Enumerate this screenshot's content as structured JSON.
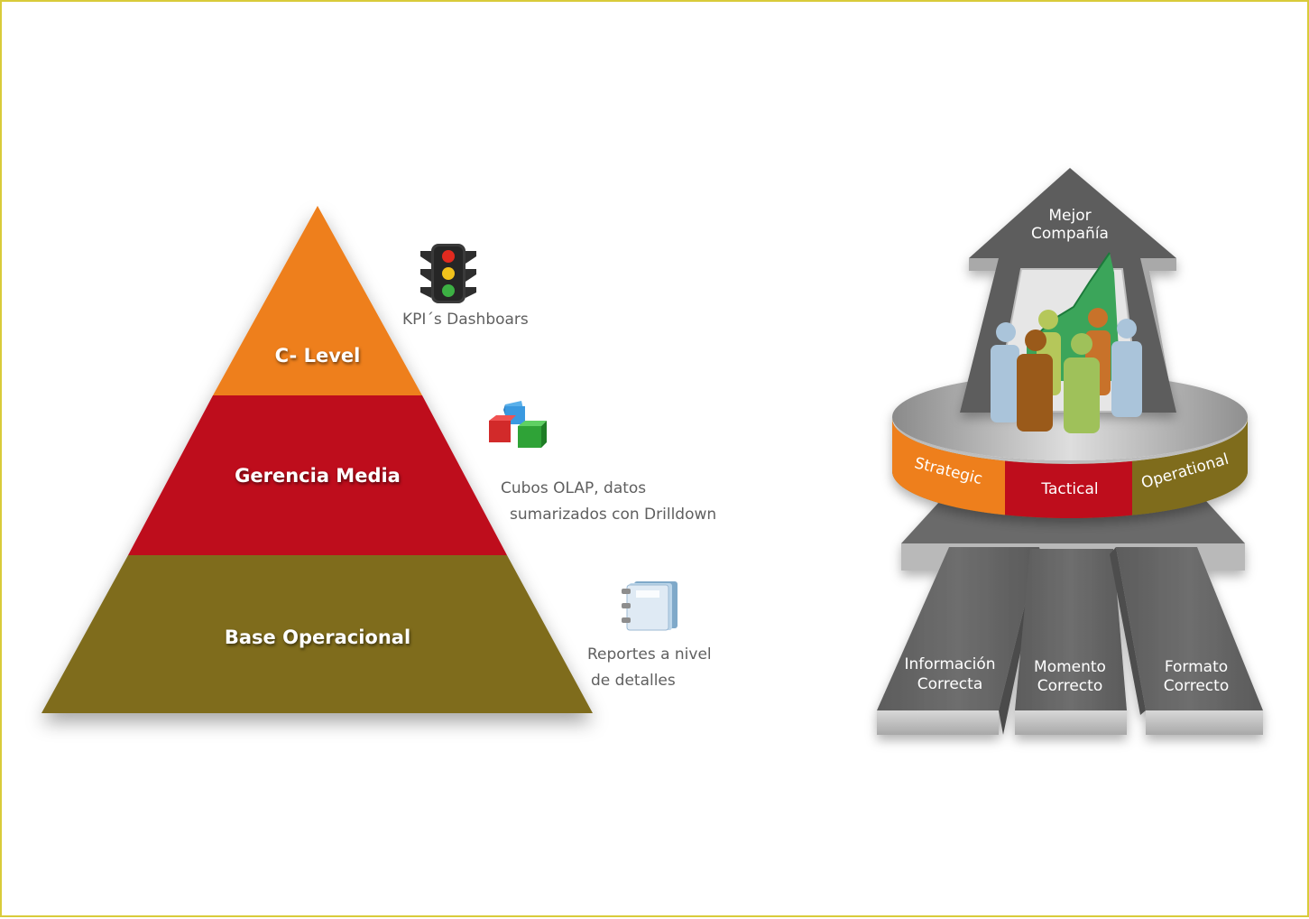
{
  "pyramid": {
    "tiers": [
      {
        "label": "C- Level",
        "color": "#ee7f1e"
      },
      {
        "label": "Gerencia Media",
        "color": "#be0d1e"
      },
      {
        "label": "Base Operacional",
        "color": "#7f6c1d"
      }
    ]
  },
  "annotations": {
    "kpi": {
      "icon": "traffic-light-icon",
      "text": "KPI´s Dashboars"
    },
    "olap": {
      "icon": "cubes-icon",
      "line1": "Cubos OLAP, datos",
      "line2": "sumarizados con Drilldown"
    },
    "reports": {
      "icon": "binder-icon",
      "line1": "Reportes a nivel",
      "line2": "de detalles"
    }
  },
  "platform": {
    "top_arrow": {
      "line1": "Mejor",
      "line2": "Compañía"
    },
    "bands": [
      {
        "label": "Strategic",
        "color": "#ee7f1e"
      },
      {
        "label": "Tactical",
        "color": "#be0d1e"
      },
      {
        "label": "Operational",
        "color": "#7f6c1d"
      }
    ],
    "bottom_arrows": [
      {
        "line1": "Información",
        "line2": "Correcta"
      },
      {
        "line1": "Momento",
        "line2": "Correcto"
      },
      {
        "line1": "Formato",
        "line2": "Correcto"
      }
    ]
  }
}
